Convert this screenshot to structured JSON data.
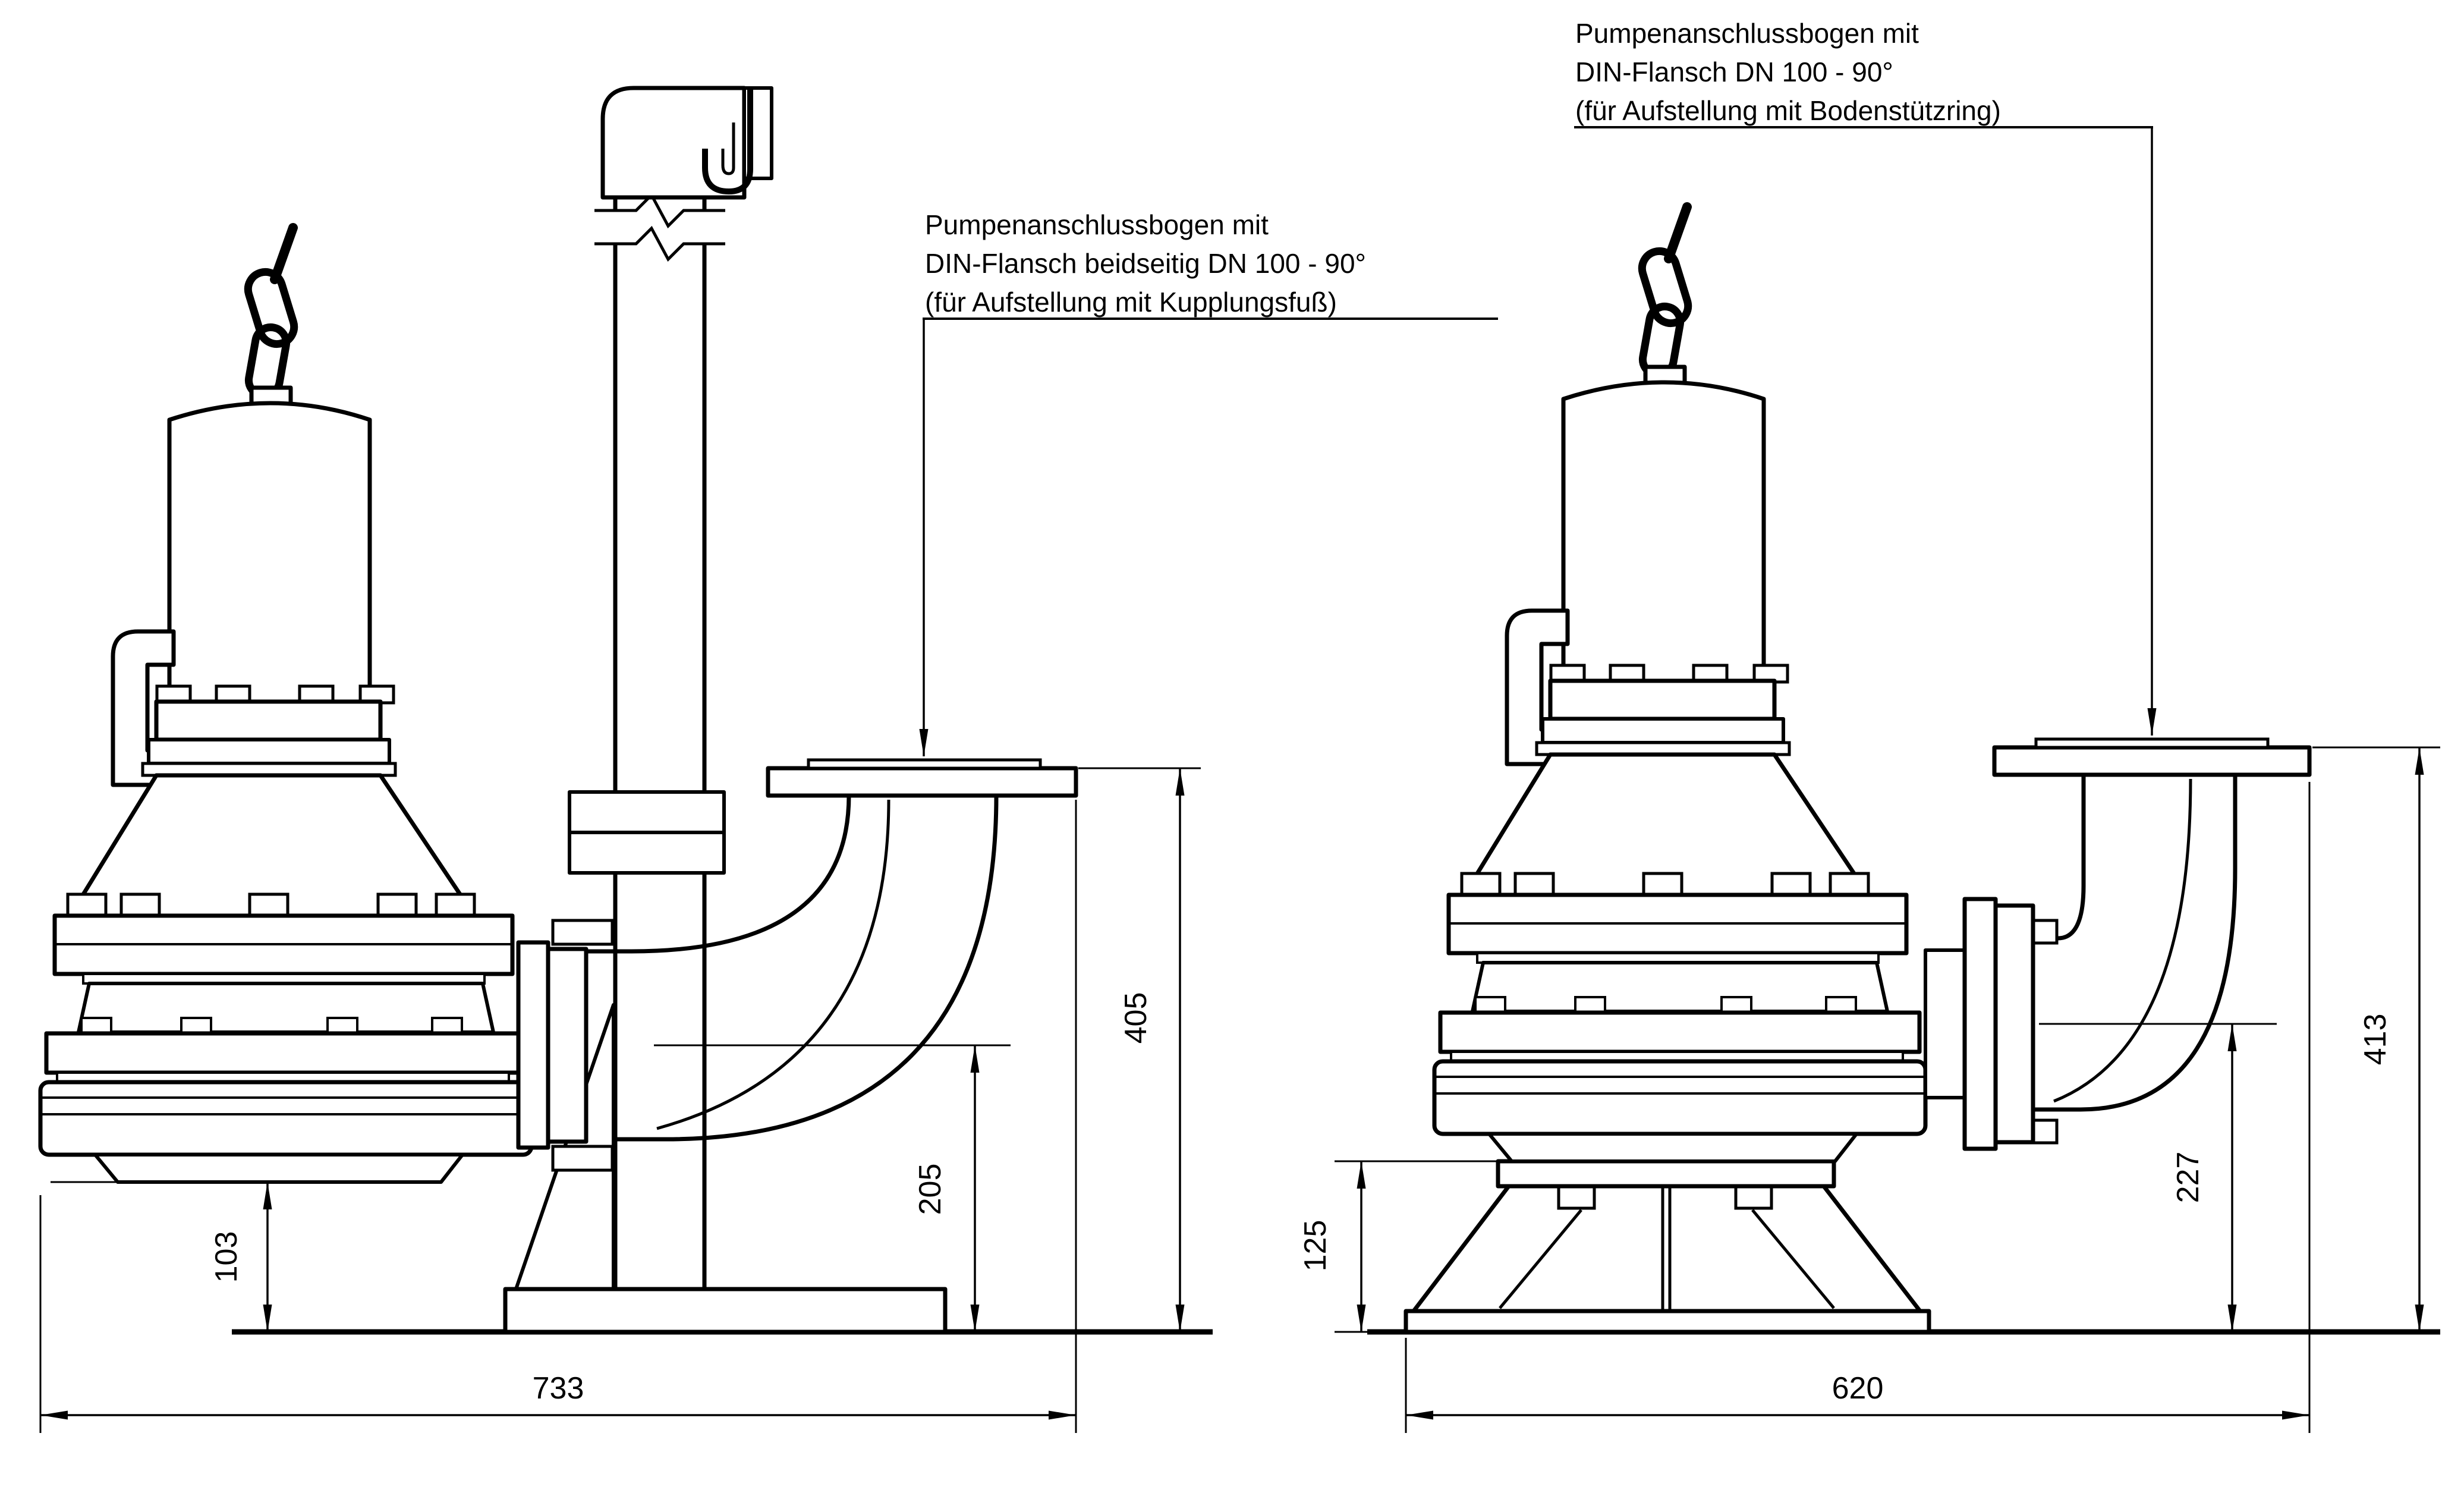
{
  "drawing": {
    "background": "#ffffff",
    "line_color": "#000000",
    "type": "technical-dimension-drawing",
    "subject": "submersible sewage pump installation variants"
  },
  "annotations": {
    "coupling_version": {
      "line1": "Pumpenanschlussbogen mit",
      "line2": "DIN-Flansch beidseitig DN 100 - 90°",
      "line3": "(für Aufstellung mit Kupplungsfuß)"
    },
    "ring_version": {
      "line1": "Pumpenanschlussbogen mit",
      "line2": "DIN-Flansch DN 100 - 90°",
      "line3": "(für Aufstellung mit Bodenstützring)"
    }
  },
  "dimensions": {
    "left_view": {
      "overall_width": "733",
      "flange_height": "405",
      "discharge_height": "205",
      "suction_clearance": "103"
    },
    "right_view": {
      "overall_width": "620",
      "flange_height": "413",
      "discharge_height": "227",
      "ring_height": "125"
    }
  }
}
